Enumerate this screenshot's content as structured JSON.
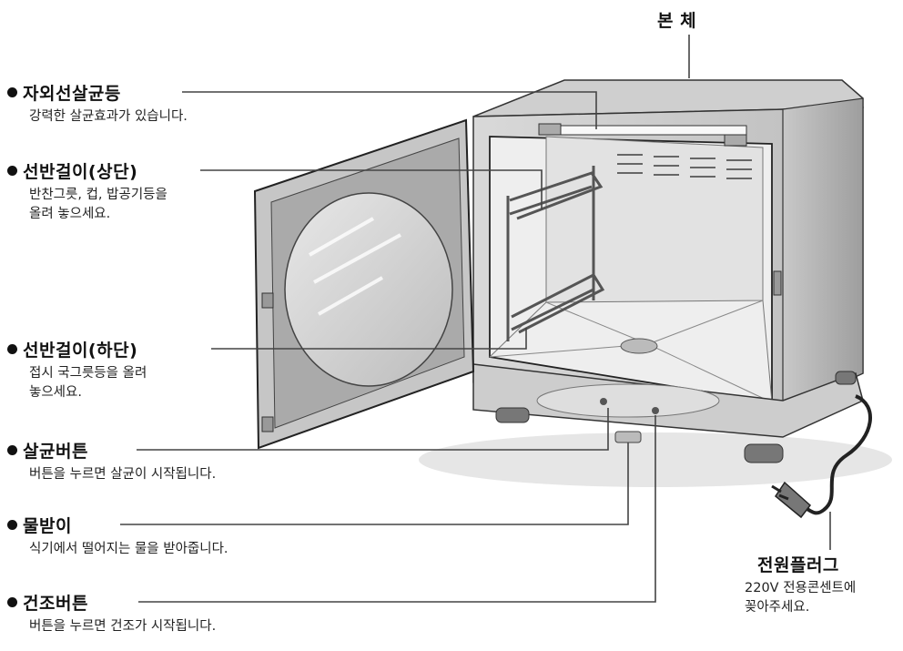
{
  "callouts": [
    {
      "title": "자외선살균등",
      "desc": [
        "강력한 살균효과가 있습니다."
      ]
    },
    {
      "title": "선반걸이(상단)",
      "desc": [
        "반찬그릇, 컵, 밥공기등을",
        "올려 놓으세요."
      ]
    },
    {
      "title": "선반걸이(하단)",
      "desc": [
        "접시 국그릇등을 올려",
        "놓으세요."
      ]
    },
    {
      "title": "살균버튼",
      "desc": [
        "버튼을 누르면 살균이 시작됩니다."
      ]
    },
    {
      "title": "물받이",
      "desc": [
        "식기에서 떨어지는 물을 받아줍니다."
      ]
    },
    {
      "title": "건조버튼",
      "desc": [
        "버튼을 누르면 건조가 시작됩니다."
      ]
    }
  ],
  "body_label": "본 체",
  "plug": {
    "title": "전원플러그",
    "desc": [
      "220V 전용콘센트에",
      "꽂아주세요."
    ]
  }
}
